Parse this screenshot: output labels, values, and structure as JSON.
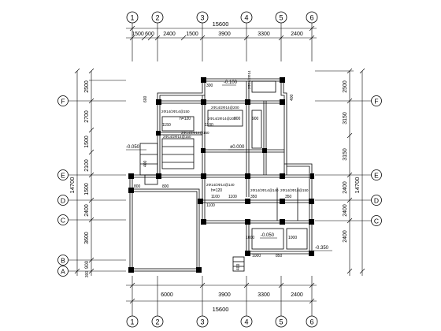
{
  "grid": {
    "top_axes": [
      "1",
      "2",
      "3",
      "4",
      "5",
      "6"
    ],
    "bottom_axes": [
      "1",
      "2",
      "3",
      "4",
      "5",
      "6"
    ],
    "left_axes": [
      "F",
      "E",
      "D",
      "C",
      "B",
      "A"
    ],
    "right_axes": [
      "F",
      "E",
      "D",
      "C"
    ]
  },
  "dimensions": {
    "top_total": "15600",
    "top_segments": [
      "1500",
      "600",
      "2400",
      "1500",
      "3900",
      "3300",
      "2400"
    ],
    "bottom_total": "15600",
    "bottom_segments": [
      "6000",
      "3900",
      "3300",
      "2400"
    ],
    "left_total": "14700",
    "left_segments": [
      "2500",
      "2700",
      "1500",
      "2100",
      "1500",
      "2400",
      "3600",
      "900",
      "300"
    ],
    "right_total": "14700",
    "right_segments": [
      "2500",
      "3150",
      "3150",
      "2400",
      "2400",
      "2400"
    ]
  },
  "annotations": {
    "elev_1": "-0.100",
    "elev_2": "-0.050",
    "elev_3": "±0.000",
    "elev_4": "-0.050",
    "elev_5": "-0.350",
    "beam_1": "2Φ14/2Φ14",
    "beam_2": "2Φ14/2Φ14@150",
    "beam_3": "2Φ14/2Φ14@200",
    "beam_4": "2Φ14/2Φ14@150",
    "beam_5": "2Φ14/2Φ14@150",
    "beam_6": "2Φ14/2Φ14@200",
    "beam_7": "2Φ14/2Φ14@140",
    "beam_8": "2Φ14/2Φ14@140",
    "beam_9": "2Φ14/2Φ14@150",
    "dim_300_1": "300",
    "dim_900_1": "900",
    "dim_900_2": "900",
    "dim_1100_1": "1100",
    "dim_1100_2": "1100",
    "dim_1100_3": "1100",
    "dim_1100_4": "1100",
    "dim_1150": "1150",
    "dim_h120": "h=120",
    "dim_h120b": "h=120",
    "dim_800_1": "800",
    "dim_800_2": "800",
    "dim_350_1": "350",
    "dim_350_2": "350",
    "dim_400_1": "400",
    "dim_400_2": "400",
    "dim_400_3": "400",
    "dim_600": "600",
    "dim_1000_1": "1000",
    "dim_1000_2": "1000",
    "dim_1000_3": "1000",
    "dim_850": "850"
  }
}
